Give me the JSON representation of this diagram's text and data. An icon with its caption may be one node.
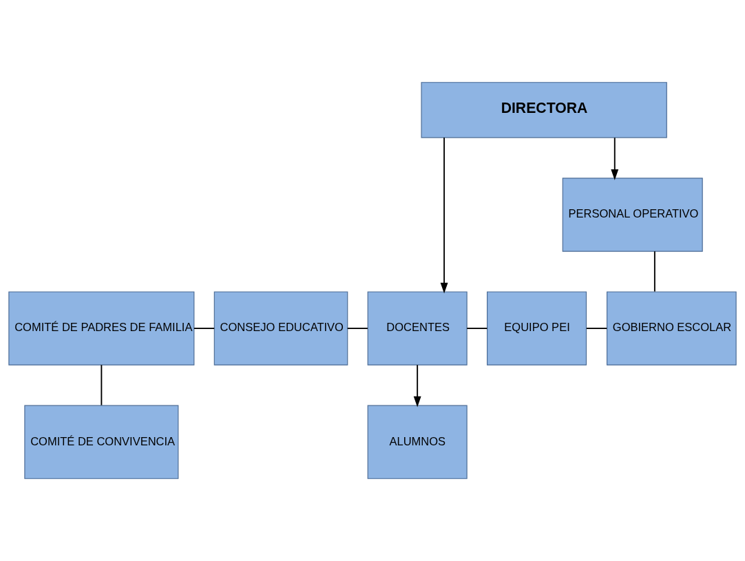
{
  "diagram": {
    "nodes": [
      {
        "text": [
          "DIRECTORA"
        ]
      },
      {
        "text": [
          "PERSONAL OPERATIVO"
        ]
      },
      {
        "text": [
          "COMITÉ DE PADRES DE FAMILIA"
        ]
      },
      {
        "text": [
          "CONSEJO EDUCATIVO"
        ]
      },
      {
        "text": [
          "DOCENTES"
        ]
      },
      {
        "text": [
          "EQUIPO PEI"
        ]
      },
      {
        "text": [
          "GOBIERNO ESCOLAR"
        ]
      },
      {
        "text": [
          "COMITÉ DE CONVIVENCIA"
        ]
      },
      {
        "text": [
          "ALUMNOS"
        ]
      }
    ],
    "edges": [
      {
        "from": 0,
        "to": 4,
        "arrow": "to"
      },
      {
        "from": 0,
        "to": 1,
        "arrow": "to"
      },
      {
        "from": 1,
        "to": 6,
        "arrow": "none"
      },
      {
        "from": 2,
        "to": 3,
        "arrow": "none"
      },
      {
        "from": 3,
        "to": 4,
        "arrow": "none"
      },
      {
        "from": 4,
        "to": 5,
        "arrow": "none"
      },
      {
        "from": 5,
        "to": 6,
        "arrow": "none"
      },
      {
        "from": 2,
        "to": 7,
        "arrow": "none"
      },
      {
        "from": 4,
        "to": 8,
        "arrow": "to"
      }
    ]
  }
}
